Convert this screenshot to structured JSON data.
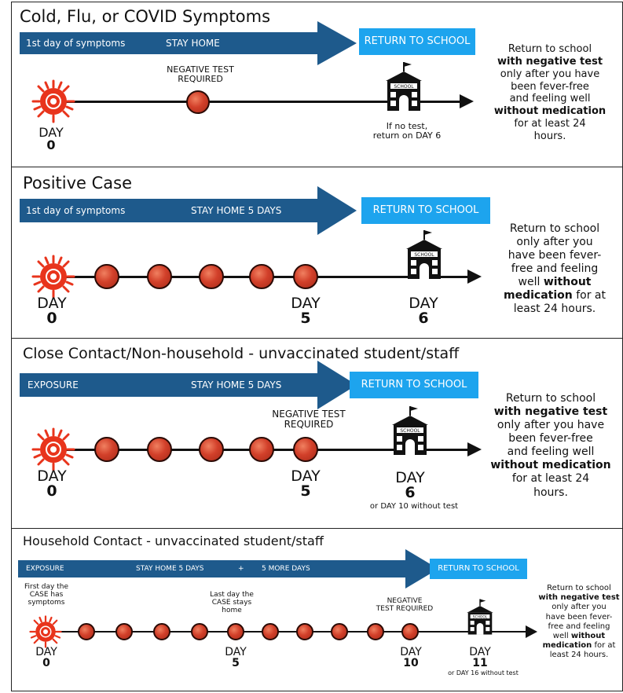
{
  "panels": [
    {
      "title": "Cold, Flu, or COVID Symptoms",
      "banner_left": "1st day of symptoms",
      "banner_mid": "STAY HOME",
      "return_label": "RETURN TO SCHOOL",
      "note_above": "NEGATIVE TEST\nREQUIRED",
      "note_below": "If no test,\nreturn on DAY 6",
      "day_start_word": "DAY",
      "day_start_num": "0",
      "school_sign": "SCHOOL",
      "side": {
        "a": "Return to school",
        "b": "with negative test",
        "c": "only after you have",
        "d": "been fever-free",
        "e": "and feeling well",
        "f": "without medication",
        "g": "for at least 24",
        "h": "hours."
      }
    },
    {
      "title": "Positive Case",
      "banner_left": "1st day of symptoms",
      "banner_mid": "STAY HOME 5 DAYS",
      "return_label": "RETURN TO SCHOOL",
      "day_start_word": "DAY",
      "day_start_num": "0",
      "day_mid_word": "DAY",
      "day_mid_num": "5",
      "day_end_word": "DAY",
      "day_end_num": "6",
      "school_sign": "SCHOOL",
      "side": {
        "a": "Return to school",
        "b": "only after you",
        "c": "have been fever-",
        "d": "free and feeling",
        "e": "well",
        "f": "without",
        "g": "medication",
        "h": "for at",
        "i": "least 24 hours."
      }
    },
    {
      "title": "Close Contact/Non-household - unvaccinated student/staff",
      "banner_left": "EXPOSURE",
      "banner_mid": "STAY HOME 5 DAYS",
      "return_label": "RETURN TO SCHOOL",
      "note_above": "NEGATIVE TEST\nREQUIRED",
      "day_start_word": "DAY",
      "day_start_num": "0",
      "day_mid_word": "DAY",
      "day_mid_num": "5",
      "day_end_word": "DAY",
      "day_end_num": "6",
      "day_end_sub": "or DAY 10 without test",
      "school_sign": "SCHOOL",
      "side": {
        "a": "Return to school",
        "b": "with negative test",
        "c": "only after you have",
        "d": "been fever-free",
        "e": "and feeling well",
        "f": "without medication",
        "g": "for at least 24",
        "h": "hours."
      }
    },
    {
      "title": "Household Contact - unvaccinated student/staff",
      "banner_left": "EXPOSURE",
      "banner_mid": "STAY HOME 5 DAYS",
      "banner_plus": "+",
      "banner_right": "5 MORE DAYS",
      "return_label": "RETURN TO SCHOOL",
      "note_start": "First day the\nCASE has\nsymptoms",
      "note_mid": "Last day the\nCASE stays\nhome",
      "note_test": "NEGATIVE\nTEST REQUIRED",
      "day_start_word": "DAY",
      "day_start_num": "0",
      "day_mid_word": "DAY",
      "day_mid_num": "5",
      "day_test_word": "DAY",
      "day_test_num": "10",
      "day_end_word": "DAY",
      "day_end_num": "11",
      "day_end_sub": "or DAY 16 without test",
      "school_sign": "SCHOOL",
      "side": {
        "a": "Return to school",
        "b": "with negative test",
        "c": "only after you",
        "d": "have been fever-",
        "e": "free and feeling",
        "f": "well",
        "g": "without",
        "h": "medication",
        "i": "for at",
        "j": "least 24 hours."
      }
    }
  ],
  "colors": {
    "banner": "#1e5a8c",
    "return_box": "#1da4ee",
    "dot": "#d2402a",
    "virus": "#e8341c"
  },
  "icons": {
    "virus": "virus-icon",
    "school": "school-building-icon",
    "dot": "red-dot"
  }
}
